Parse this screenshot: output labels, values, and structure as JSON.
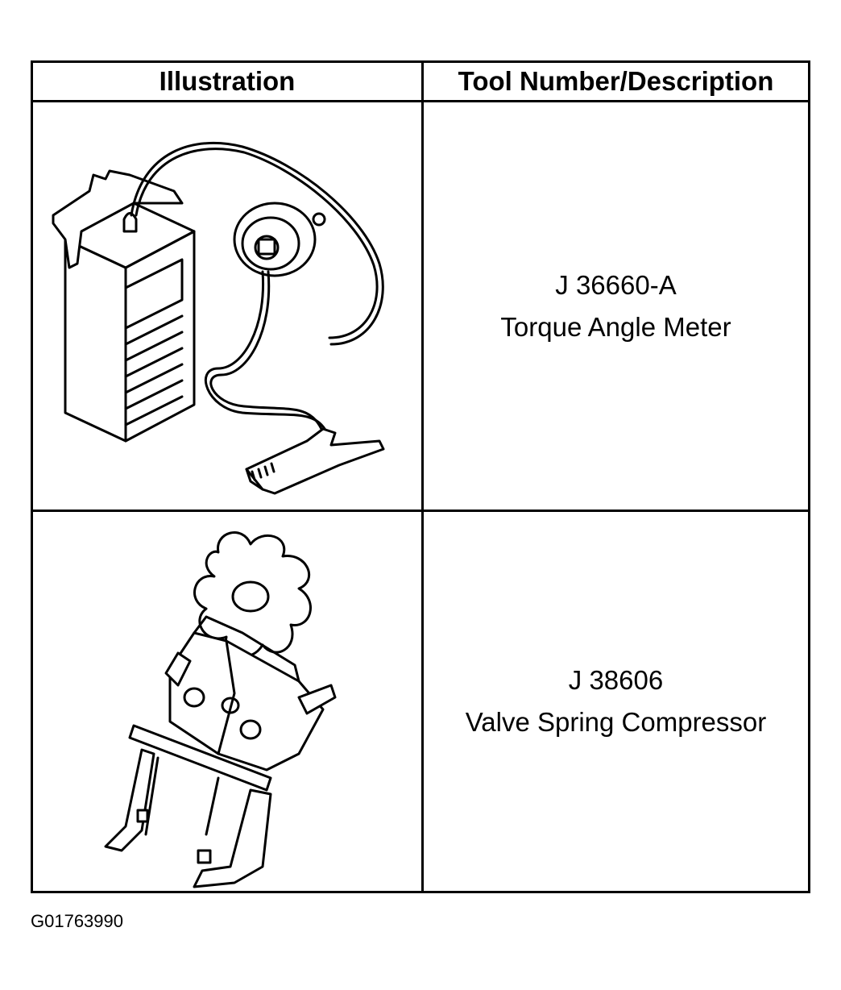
{
  "table": {
    "headers": {
      "illustration": "Illustration",
      "tool_desc": "Tool Number/Description"
    },
    "rows": [
      {
        "tool_number": "J 36660-A",
        "description": "Torque Angle Meter",
        "illustration_icon": "torque-angle-meter-icon"
      },
      {
        "tool_number": "J 38606",
        "description": "Valve Spring Compressor",
        "illustration_icon": "valve-spring-compressor-icon"
      }
    ]
  },
  "figure_id": "G01763990",
  "colors": {
    "line": "#000000",
    "background": "#ffffff"
  }
}
